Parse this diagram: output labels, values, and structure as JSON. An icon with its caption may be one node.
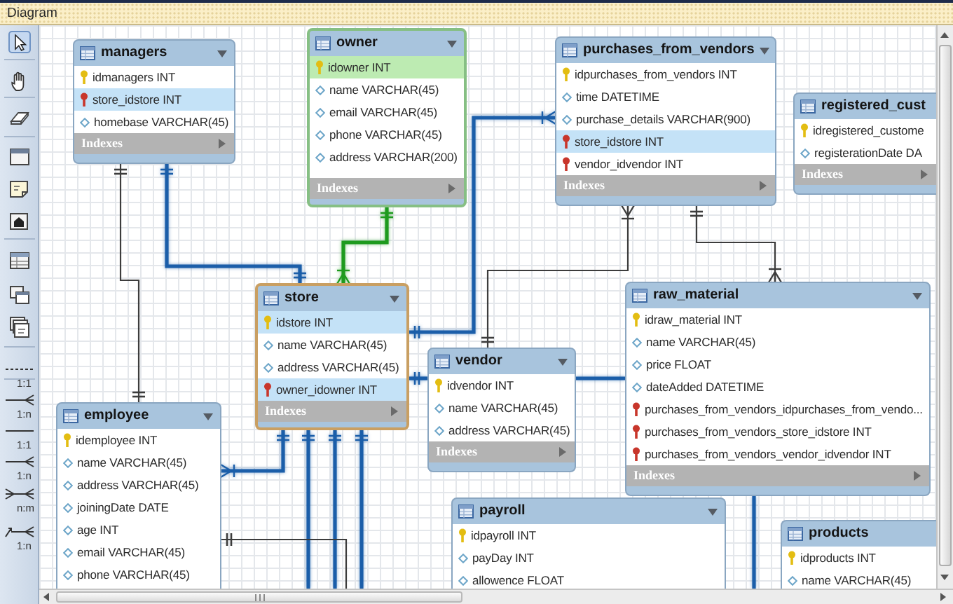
{
  "diagram": {
    "title": "Diagram",
    "nodes": [
      {
        "text": [
          "managers",
          "idmanagers INT",
          "store_idstore INT",
          "homebase VARCHAR(45)",
          "Indexes"
        ]
      },
      {
        "text": [
          "owner",
          "idowner INT",
          "name VARCHAR(45)",
          "email VARCHAR(45)",
          "phone VARCHAR(45)",
          "address VARCHAR(200)",
          "Indexes"
        ]
      },
      {
        "text": [
          "purchases_from_vendors",
          "idpurchases_from_vendors INT",
          "time DATETIME",
          "purchase_details VARCHAR(900)",
          "store_idstore INT",
          "vendor_idvendor INT",
          "Indexes"
        ]
      },
      {
        "text": [
          "registered_cust",
          "idregistered_custome",
          "registerationDate DA",
          "Indexes"
        ]
      },
      {
        "text": [
          "store",
          "idstore INT",
          "name VARCHAR(45)",
          "address VARCHAR(45)",
          "owner_idowner INT",
          "Indexes"
        ]
      },
      {
        "text": [
          "raw_material",
          "idraw_material INT",
          "name VARCHAR(45)",
          "price FLOAT",
          "dateAdded DATETIME",
          "purchases_from_vendors_idpurchases_from_vendo...",
          "purchases_from_vendors_store_idstore INT",
          "purchases_from_vendors_vendor_idvendor INT",
          "Indexes"
        ]
      },
      {
        "text": [
          "vendor",
          "idvendor INT",
          "name VARCHAR(45)",
          "address VARCHAR(45)",
          "Indexes"
        ]
      },
      {
        "text": [
          "employee",
          "idemployee INT",
          "name VARCHAR(45)",
          "address VARCHAR(45)",
          "joiningDate DATE",
          "age INT",
          "email VARCHAR(45)",
          "phone VARCHAR(45)"
        ]
      },
      {
        "text": [
          "payroll",
          "idpayroll INT",
          "payDay INT",
          "allowence FLOAT"
        ]
      },
      {
        "text": [
          "products",
          "idproducts INT",
          "name VARCHAR(45)"
        ]
      }
    ],
    "edges": [
      {
        "from": 0,
        "to": 4,
        "arrow": "other"
      },
      {
        "from": 0,
        "to": 7,
        "arrow": "other",
        "color": "#3c3c3c"
      },
      {
        "from": 1,
        "to": 4,
        "arrow": "other",
        "color": "#1e9a1e"
      },
      {
        "from": 2,
        "to": 5,
        "arrow": "other",
        "color": "#3c3c3c"
      },
      {
        "from": 6,
        "to": 2,
        "arrow": "other",
        "color": "#3c3c3c"
      },
      {
        "from": 4,
        "to": 2,
        "arrow": "other"
      },
      {
        "from": 4,
        "to": 7,
        "arrow": "other"
      },
      {
        "from": 4,
        "to": 6,
        "arrow": "other"
      },
      {
        "from": 6,
        "to": 5,
        "arrow": "none"
      },
      {
        "from": 5,
        "to": null,
        "arrow": "none"
      },
      {
        "from": 4,
        "to": null,
        "arrow": "other"
      },
      {
        "from": 4,
        "to": null,
        "arrow": "other"
      },
      {
        "from": 4,
        "to": null,
        "arrow": "other"
      },
      {
        "from": 7,
        "to": null,
        "arrow": "other",
        "color": "#3c3c3c"
      }
    ],
    "labels": [
      "1:1",
      "1:n",
      "1:1",
      "1:n",
      "n:m",
      "1:n"
    ]
  }
}
